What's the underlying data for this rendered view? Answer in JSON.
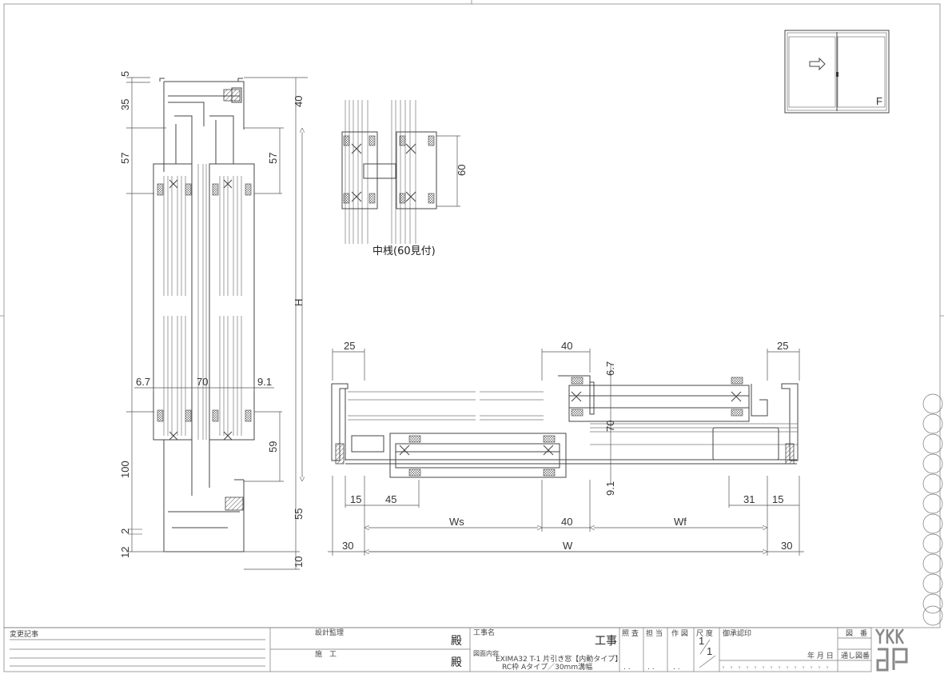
{
  "elevation": {
    "fixed_mark": "F",
    "arrow_icon": "slide-arrow-icon"
  },
  "vertical_section": {
    "left_dims": [
      "5",
      "35",
      "57",
      "100",
      "2",
      "12"
    ],
    "right_dims": [
      "40",
      "57",
      "59",
      "55",
      "10"
    ],
    "height_label": "H",
    "sash_dims": [
      "6.7",
      "70",
      "9.1"
    ]
  },
  "mullion": {
    "label": "中桟(60見付)",
    "dim": "60"
  },
  "horizontal_section": {
    "top_dims": [
      "25",
      "40",
      "25"
    ],
    "vertical_dims": [
      "6.7",
      "70",
      "9.1"
    ],
    "bottom_dims": [
      "15",
      "45",
      "31",
      "15"
    ],
    "width_dims": {
      "ws": "Ws",
      "mid": "40",
      "wf": "Wf"
    },
    "overall": {
      "left": "30",
      "w": "W",
      "right": "30"
    }
  },
  "title_block": {
    "change_record": "変更記事",
    "design_supervision": "設計監理",
    "construction": "施　工",
    "honorific": "殿",
    "project_name_label": "工事名",
    "project_suffix": "工事",
    "drawing_content_label": "図面内容",
    "drawing_content_line1": "EXIMA32 T-1 片引き窓【内動タイプ】",
    "drawing_content_line2": "RC枠 Aタイプ／30mm溝幅",
    "check": "照 査",
    "in_charge": "担 当",
    "drafted": "作 図",
    "scale_label": "尺 度",
    "scale_num": "1",
    "scale_den": "1",
    "approval": "御承認印",
    "date": "年  月  日",
    "drawing_no": "図　番",
    "serial_no": "通し図番",
    "dots": ". .",
    "logo": "YKK ap"
  }
}
